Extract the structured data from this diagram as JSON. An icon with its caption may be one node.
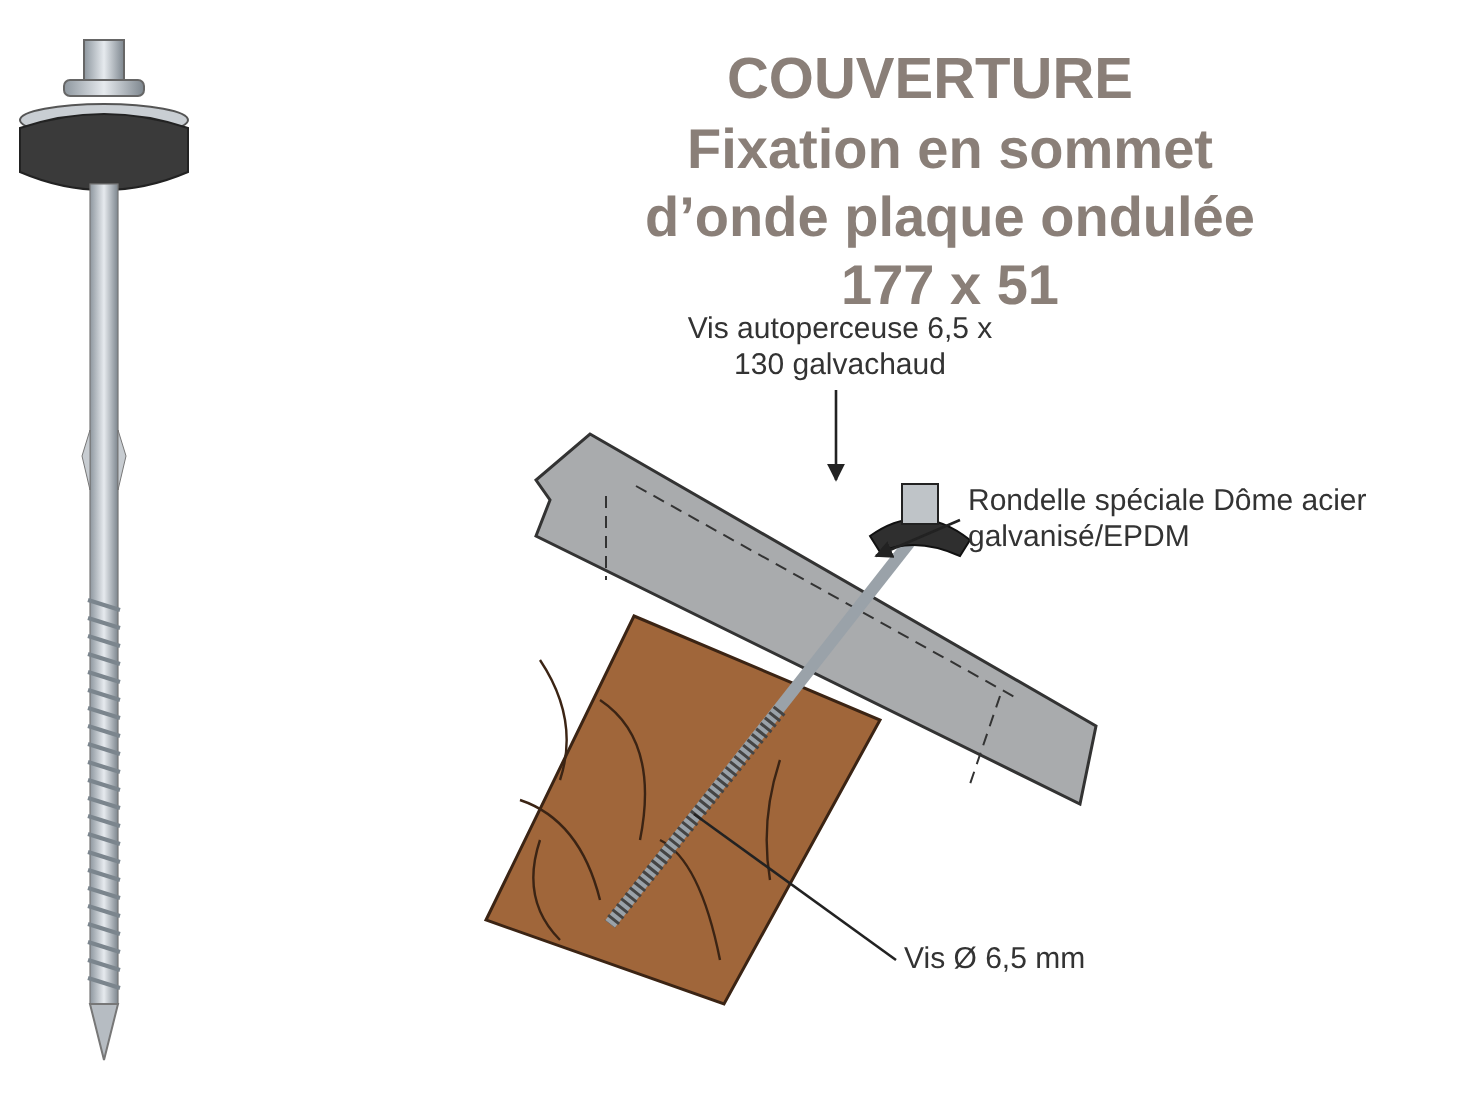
{
  "diagram": {
    "title": "COUVERTURE",
    "nodes": [
      {
        "text": [
          "Vis autoperceuse 6,5 x 130 galvachaud"
        ]
      },
      {
        "text": [
          "Rondelle spéciale Dôme acier galvanisé/EPDM"
        ]
      },
      {
        "text": [
          "Vis Ø 6,5 mm"
        ]
      }
    ],
    "edges": [
      {
        "from": 0,
        "to": null,
        "arrow": "to"
      },
      {
        "from": 1,
        "to": null,
        "arrow": "to"
      },
      {
        "from": 2,
        "to": null,
        "arrow": "none"
      }
    ],
    "labels": [
      "Fixation en sommet d’onde plaque ondulée 177 x 51"
    ]
  }
}
